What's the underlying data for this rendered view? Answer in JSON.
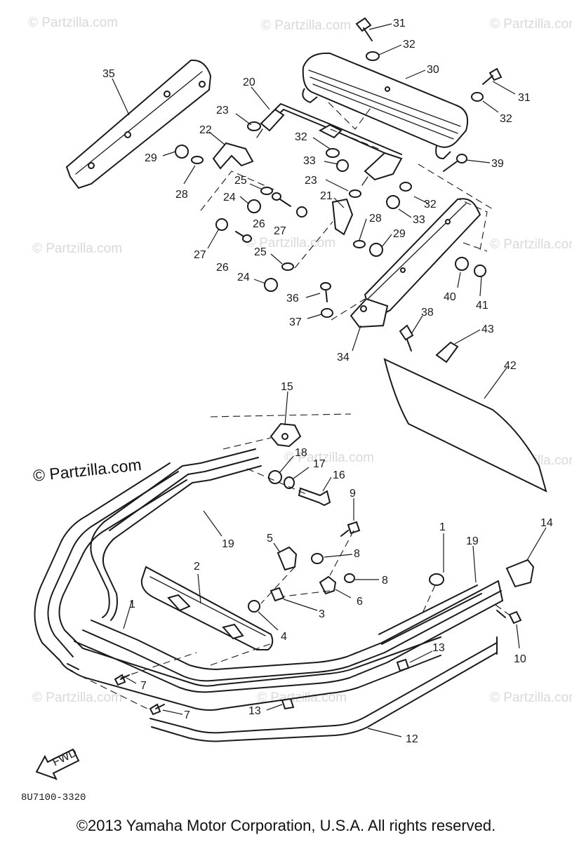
{
  "watermark": {
    "text": "© Partzilla.com",
    "prominent_text": "© Partzilla.com"
  },
  "drawing_code": "8U7100-3320",
  "fwd_label": "FWD",
  "copyright": "©2013  Yamaha Motor Corporation, U.S.A. All rights reserved.",
  "callouts": [
    "31",
    "32",
    "30",
    "31",
    "32",
    "35",
    "20",
    "23",
    "22",
    "32",
    "33",
    "39",
    "23",
    "29",
    "28",
    "25",
    "24",
    "26",
    "27",
    "21",
    "32",
    "28",
    "33",
    "29",
    "27",
    "26",
    "25",
    "24",
    "36",
    "37",
    "40",
    "41",
    "38",
    "43",
    "34",
    "42",
    "15",
    "18",
    "17",
    "16",
    "9",
    "19",
    "5",
    "8",
    "8",
    "2",
    "3",
    "6",
    "4",
    "1",
    "19",
    "14",
    "10",
    "13",
    "7",
    "7",
    "13",
    "12",
    "1"
  ]
}
